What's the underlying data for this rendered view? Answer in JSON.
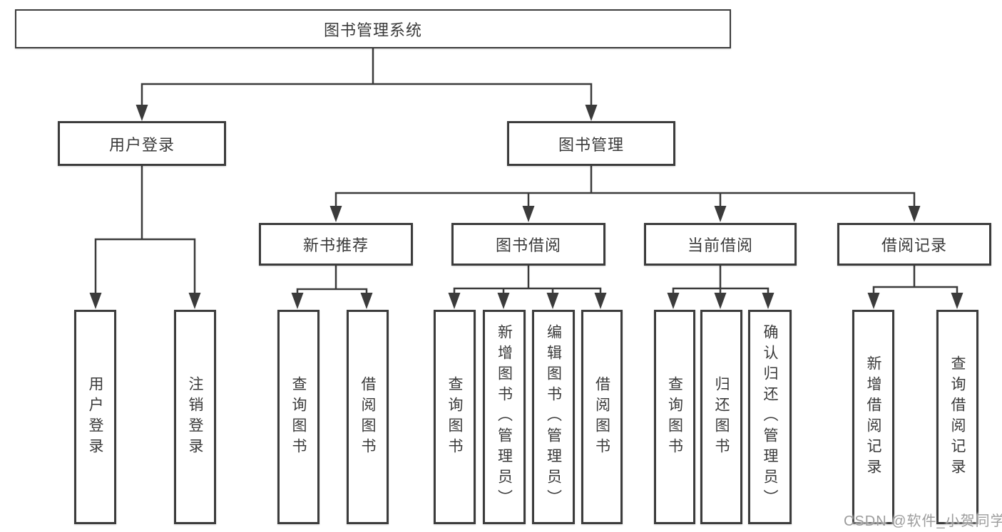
{
  "diagram": {
    "title": "图书管理系统",
    "branches": [
      {
        "label": "用户登录",
        "leaves": [
          "用户登录",
          "注销登录"
        ]
      },
      {
        "label": "图书管理",
        "sections": [
          {
            "label": "新书推荐",
            "leaves": [
              "查询图书",
              "借阅图书"
            ]
          },
          {
            "label": "图书借阅",
            "leaves": [
              "查询图书",
              "新增图书（管理员）",
              "编辑图书（管理员）",
              "借阅图书"
            ]
          },
          {
            "label": "当前借阅",
            "leaves": [
              "查询图书",
              "归还图书",
              "确认归还（管理员）"
            ]
          },
          {
            "label": "借阅记录",
            "leaves": [
              "新增借阅记录",
              "查询借阅记录"
            ]
          }
        ]
      }
    ]
  },
  "watermark": "CSDN @软件_小贺同学",
  "colors": {
    "line": "#3b3b3b",
    "box_border": "#3c3c3c",
    "text": "#3a3a3a",
    "watermark": "#9c9c9c",
    "background": "#ffffff"
  }
}
